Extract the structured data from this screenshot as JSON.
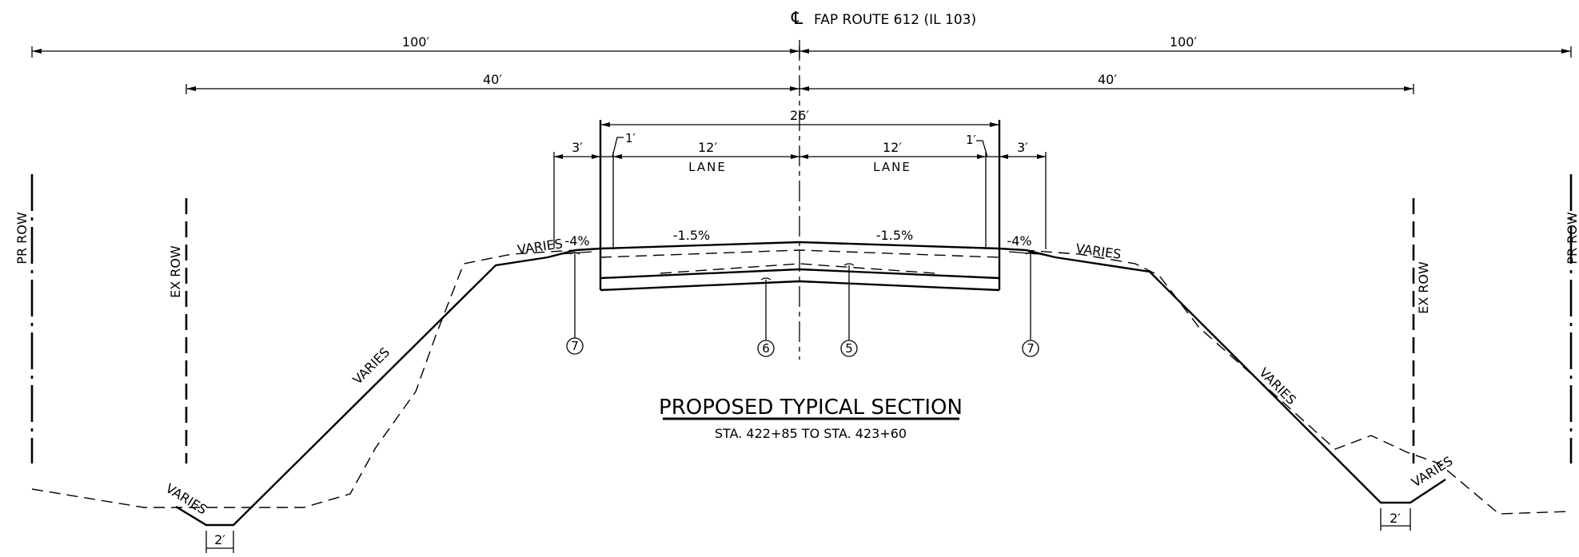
{
  "route_label": "FAP ROUTE 612 (IL 103)",
  "centerline_symbol": "℄",
  "title": "PROPOSED TYPICAL SECTION",
  "subtitle": "STA. 422+85 TO STA. 423+60",
  "dimensions": {
    "left_row_half": "100′",
    "right_row_half": "100′",
    "left_ex_half": "40′",
    "right_ex_half": "40′",
    "pavement_width": "26′",
    "left_shoulder": "3′",
    "right_shoulder": "3′",
    "left_edge": "1′",
    "right_edge": "1′",
    "left_lane": "12′",
    "right_lane": "12′",
    "lane_label": "LANE",
    "left_ditch_bottom": "2′",
    "right_ditch_bottom": "2′"
  },
  "slopes": {
    "left_shoulder": "-4%",
    "left_lane": "-1.5%",
    "right_lane": "-1.5%",
    "right_shoulder": "-4%"
  },
  "varies_label": "VARIES",
  "row_labels": {
    "pr_row": "PR ROW",
    "ex_row": "EX ROW"
  },
  "callouts": [
    "7",
    "6",
    "5",
    "7"
  ]
}
